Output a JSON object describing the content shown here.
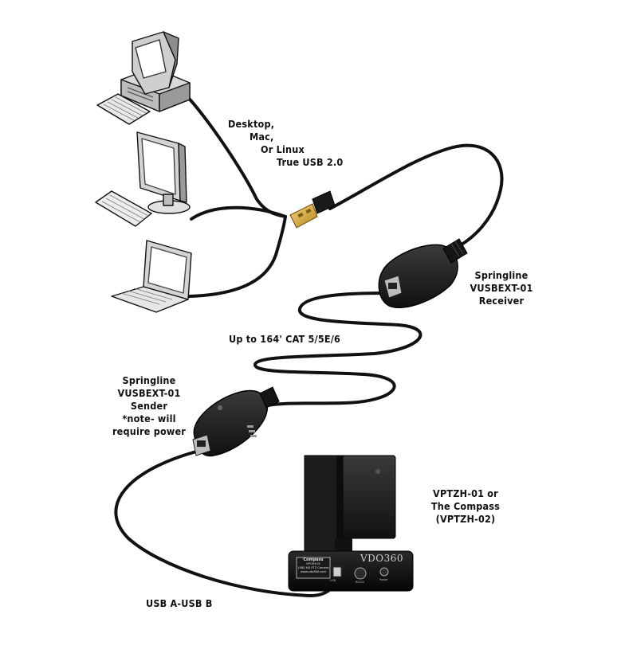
{
  "labels": {
    "computers": [
      "Desktop,",
      "Mac,",
      "Or Linux",
      "True USB 2.0"
    ],
    "receiver": [
      "Springline",
      "VUSBEXT-01",
      "Receiver"
    ],
    "cable": "Up to 164' CAT 5/5E/6",
    "sender": [
      "Springline",
      "VUSBEXT-01",
      "Sender",
      "*note- will",
      "require power"
    ],
    "camera": [
      "VPTZH-01 or",
      "The Compass",
      "(VPTZH-02)"
    ],
    "usb_cable": "USB A-USB B"
  },
  "camera_device": {
    "brand": "VDO360",
    "badge": [
      "Compass",
      "VPTZH-02",
      "1080 HD PTZ Camera",
      "www.vdo360.com"
    ],
    "ports": [
      "USB",
      "RS232",
      "Power"
    ]
  }
}
